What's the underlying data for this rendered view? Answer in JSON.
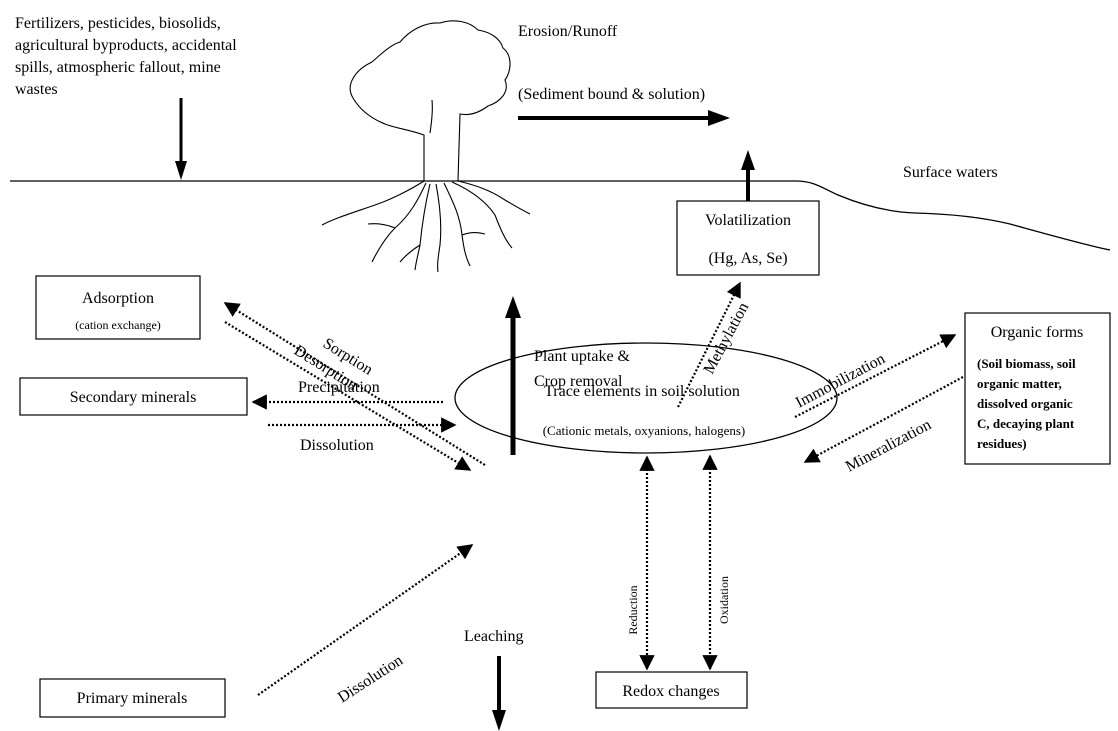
{
  "inputs": {
    "lines": [
      "Fertilizers, pesticides, biosolids,",
      "agricultural byproducts, accidental",
      "spills, atmospheric fallout, mine",
      "wastes"
    ]
  },
  "erosion": {
    "title": "Erosion/Runoff",
    "subtitle": "(Sediment bound & solution)"
  },
  "surface_waters": "Surface waters",
  "volatilization": {
    "title": "Volatilization",
    "elements": "(Hg, As, Se)"
  },
  "adsorption": {
    "title": "Adsorption",
    "subtitle": "(cation exchange)"
  },
  "organic": {
    "title": "Organic forms",
    "lines": [
      "(Soil biomass, soil",
      "organic matter,",
      "dissolved organic",
      "C, decaying plant",
      "residues)"
    ]
  },
  "secondary_minerals": "Secondary  minerals",
  "primary_minerals": "Primary  minerals",
  "center": {
    "title": "Trace elements in soil solution",
    "subtitle": "(Cationic metals, oxyanions, halogens)"
  },
  "redox": "Redox changes",
  "processes": {
    "sorption": "Sorption",
    "desorption": "Desorption",
    "plant_uptake_1": "Plant uptake &",
    "plant_uptake_2": "Crop removal",
    "methylation": "Methylation",
    "immobilization": "Immobilization",
    "mineralization": "Mineralization",
    "precipitation": "Precipitation",
    "dissolution_secondary": "Dissolution",
    "dissolution_primary": "Dissolution",
    "reduction": "Reduction",
    "oxidation": "Oxidation",
    "leaching": "Leaching"
  }
}
